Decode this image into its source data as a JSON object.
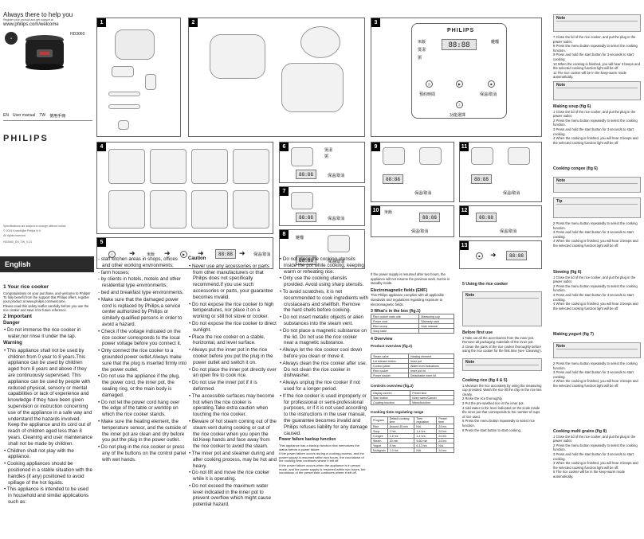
{
  "cover": {
    "greeting": "Always there to help you",
    "register_line": "Register your product and get support at",
    "url": "www.philips.com/welcome",
    "model": "HD3060",
    "lang_en": "EN",
    "manual_en": "User manual",
    "lang_tw": "TW",
    "manual_tw": "使用手冊",
    "brand": "PHILIPS",
    "spec_note": "Specifications are subject to change without notice",
    "copyright": "© 2019 Koninklijke Philips N.V.",
    "rights": "All rights reserved.",
    "doc_id": "HD3060_EN_TW_V1.0"
  },
  "figures": {
    "numbers": [
      "1",
      "2",
      "3",
      "4",
      "5",
      "6",
      "7",
      "8",
      "9",
      "10",
      "11",
      "12",
      "13"
    ],
    "brand": "PHILIPS",
    "display_time": "88:88",
    "panel_labels": [
      "米飯",
      "煲湯",
      "粥",
      "雜糧",
      "煮飯",
      "預約",
      "保溫/取消",
      "功能選擇"
    ],
    "side_labels": [
      "預約時間",
      "保溫/取消"
    ]
  },
  "english": {
    "header": "English",
    "s1": "1 Your rice cooker",
    "s1_body": "Congratulations on your purchase, and welcome to Philips! To fully benefit from the support that Philips offers, register your product at www.philips.com/welcome.",
    "s1_check": "Please read this safety leaflet carefully before you use the rice cooker and save it for future reference.",
    "s2": "2 Important",
    "s2_b1": "Do not immerse the rice cooker in water,nor rinse it under the tap.",
    "danger": "Danger",
    "warning": "Warning",
    "w1": "This appliance shall not be used by children from 0 year to 8 years.This appliance can be used by children aged from 8 years and above if they are continuously supervised. This appliance can be used by people with reduced physical, sensory or mental capabilities or lack of experience and knowledge if they have been given supervision or instruction concerning use of the appliance in a safe way and understand the hazards involved. Keep the appliance and its cord out of reach of children aged less than 8 years. Cleaning and user maintenance shall not be made by children.",
    "w2": "Children shall not play with the appliance.",
    "w3": "Cooking appliances should be positioned in a stable situation with the handles (if any) positioned to avoid spillage of the hot liquids.",
    "w4": "This appliance is intended to be used in household and similar applications such as:",
    "c2_1": "staff kitchen areas in shops, offices and other working environments;",
    "c2_2": "farm houses;",
    "c2_3": "by clients in hotels, motels and other residential type environments;",
    "c2_4": "bed and breakfast type environments.",
    "c2_5": "Make sure that the damaged power cord is replaced by Philips,a service center authorized by Philips or similarly qualified persons in order to avoid a hazard.",
    "c2_6": "Check if the voltage indicated on the rice cooker corresponds to the local power voltage before you connect it.",
    "c2_7": "Only connect the rice cooker to a grounded power outlet.Always make sure that the plug is inserted firmly into the power outlet.",
    "c2_8": "Do not use the appliance if the plug, the power cord, the inner pot, the sealing ring, or the main body is damaged.",
    "c2_9": "Do not let the power cord hang over the edge of the table or worktop on which the rice cooker stands.",
    "c2_10": "Make sure the heating element, the temperature sensor, and the outside of the inner pot are clean and dry before you put the plug in the power outlet.",
    "c2_11": "Do not plug in the rice cooker or press any of the buttons on the control panel with wet hands.",
    "caution": "Caution",
    "c3_1": "Never use any accessories or parts from other manufacturers or that Philips does not specifically recommend.If you use such accessories or parts, your guarantee becomes invalid.",
    "c3_2": "Do not expose the rice cooker to high temperatures, nor place it on a working or still hot stove or cooker.",
    "c3_3": "Do not expose the rice cooker to direct sunlight.",
    "c3_4": "Place the rice cooker on a stable, horizontal, and level surface.",
    "c3_5": "Always put the inner pot in the rice cooker before you put the plug in the power outlet and switch it on.",
    "c3_6": "Do not place the inner pot directly over an open fire to cook rice.",
    "c3_7": "Do not use the inner pot if it is deformed.",
    "c3_8": "The accessible surfaces may become hot when the rice cooker is operating.Take extra caution when touching the rice cooker.",
    "c3_9": "Beware of hot steam coming out of the steam vent during cooking or out of the rice cooker when you open the lid.Keep hands and face away from the rice cooker to avoid the steam.",
    "c3_10": "The inner pot and steamer during and after cooking process, may be hot and heavy.",
    "c3_11": "Do not lift and move the rice cooker while it is operating.",
    "c3_12": "Do not exceed the maximum water level indicated in the inner pot to prevent overflow which might cause potential hazard.",
    "c4_1": "Do not place the cooking utensils inside the pot while cooking, keeping warm or reheating rice.",
    "c4_2": "Only use the cooking utensils provided. Avoid using sharp utensils.",
    "c4_3": "To avoid scratches, it is not recommended to cook ingredients with crustaceans and shellfish. Remove the hard shells before cooking.",
    "c4_4": "Do not insert metallic objects or alien substances into the steam vent.",
    "c4_5": "Do not place a magnetic substance on the lid. Do not use the rice cooker near a magnetic substance.",
    "c4_6": "Always let the rice cooker cool down before you clean or move it.",
    "c4_7": "Always clean the rice cooker after use. Do not clean the rice cooker in dishwasher.",
    "c4_8": "Always unplug the rice cooker if not used for a longer period.",
    "c4_9": "If the rice cooker is used improperly or for professional or semi-professional purposes, or if it is not used according to the instructions in the user manual, the guarantee becomes invalid and Philips refuses liability for any damage caused.",
    "c4_h": "Power failure backup function",
    "c4_10": "This appliance has a backup function that memorizes the status before a power failure.",
    "c4_11": "If the power failure occurs during a cooking process, and the power supply is resumed within two hours, the countdown of the cooking time continues where it left off.",
    "c4_12": "If the power failure occurs when the appliance is in preset mode, and the power supply is resumed within two hours, the countdown of the preset time continues where it left off."
  },
  "col5": {
    "p1": "If the power supply is resumed after two hours, the appliance will not resume the previous work, but be in standby mode.",
    "emf_h": "Electromagnetic fields (EMF)",
    "emf": "This Philips appliance complies with all applicable standards and regulations regarding exposure to electromagnetic fields.",
    "box_h": "3 What's in the box (fig.1)",
    "box_items": [
      "Rice cooker main unit",
      "Power cord",
      "Rice scoop",
      "Soup ladle",
      "Measuring cup",
      "Warranty card",
      "User manual"
    ],
    "ov_h": "4 Overview",
    "prod_h": "Product overview (fig.2)",
    "prod_items": [
      "Steam valve",
      "Lid release button",
      "Control panel",
      "Rice cooker",
      "Power socket",
      "Heating element",
      "Inner pot",
      "Water level indications",
      "Inner pot lid",
      "Detachable inner lid"
    ],
    "ctrl_h": "Controls overview (fig.3)",
    "ctrl_items": [
      "Display screen",
      "Start button",
      "Cooking function",
      "Preset time",
      "Keep warm/Cancel",
      "Menu/function"
    ],
    "table_h": "Cooking time regulating range",
    "table_head": [
      "Program",
      "Default cooking time",
      "Time regulation",
      "Preset time"
    ],
    "table_rows": [
      [
        "Rice",
        "Around 35 min",
        "N/A",
        "24 hrs"
      ],
      [
        "Soup",
        "2 hrs",
        "1-4 hrs",
        "24 hrs"
      ],
      [
        "Congee",
        "1.5 hrs",
        "1-4 hrs",
        "24 hrs"
      ],
      [
        "Steam",
        "30 min",
        "5-60 min",
        "24 hrs"
      ],
      [
        "Yogurt",
        "8 hrs",
        "6-12 hrs",
        "N/A"
      ],
      [
        "Multigrain",
        "1.5 hrs",
        "N/A",
        "24 hrs"
      ]
    ]
  },
  "col6": {
    "use_h": "5 Using the rice cooker",
    "before_h": "Before first use",
    "b1": "Take out all the accessories from the inner pot. Remove all packaging materials of the inner pot.",
    "b2": "Clean the parts of the rice cooker thoroughly before using the rice cooker for the first time (see 'Cleaning').",
    "cook_h": "Cooking rice (fig 4 & 5)",
    "r1": "Measure the rice accurately by using the measuring cup provided. Wash the rice till the chip in the rice lies clearly.",
    "r2": "Rinse the rice thoroughly.",
    "r3": "Put the pre-washed rice in the inner pot.",
    "r4": "Add water to the level indicated on the scale inside the inner pot that corresponds to the number of cups of rice used.",
    "r5": "Press the menu button repeatedly to select rice function.",
    "r6": "Press the start button to start cooking.",
    "note_h": "Note"
  },
  "col7": {
    "steps": [
      "Close the lid of the rice cooker, and put the plug in the power outlet.",
      "Press the menu button repeatedly to select the cooking function.",
      "Press and hold the start button for 3 seconds to start cooking.",
      "When the cooking is finished, you will hear 3 beeps and the selected cooking function light will be off.",
      "The rice cooker will be in the keep-warm mode automatically."
    ],
    "soup_h": "Making soup (fig 6)",
    "congee_h": "Cooking congee (fig 6)",
    "tip_h": "Tip",
    "stew_h": "Stewing (fig 6)",
    "yog_h": "Making yogurt (fig 7)",
    "mg_h": "Cooking multi grains (fig 8)",
    "note_h": "Note"
  }
}
